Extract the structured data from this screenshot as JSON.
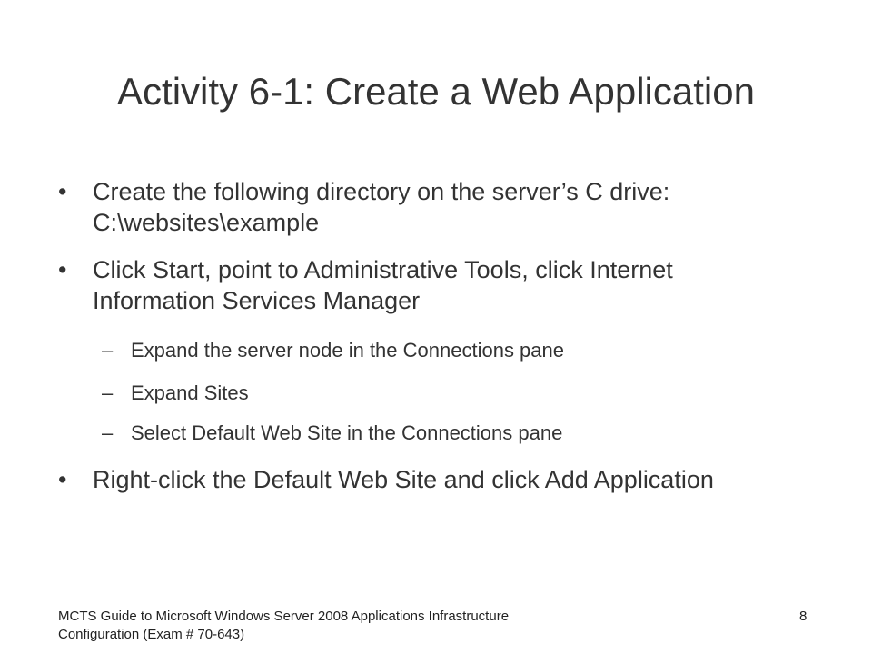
{
  "title": "Activity 6-1: Create a Web Application",
  "bullet_marker": "•",
  "dash_marker": "–",
  "bullets": [
    {
      "text": "Create the following directory on the server’s C drive: C:\\websites\\example"
    },
    {
      "text": "Click Start, point to Administrative Tools, click Internet Information Services Manager"
    },
    {
      "text": "Right-click the Default Web Site and click Add Application"
    }
  ],
  "subitems": [
    {
      "text": "Expand the server node in the Connections pane"
    },
    {
      "text": "Expand Sites"
    },
    {
      "text": "Select Default Web Site in the Connections pane"
    }
  ],
  "footer": {
    "text": "MCTS Guide to Microsoft Windows Server 2008 Applications Infrastructure Configuration (Exam # 70-643)",
    "page_number": "8"
  }
}
